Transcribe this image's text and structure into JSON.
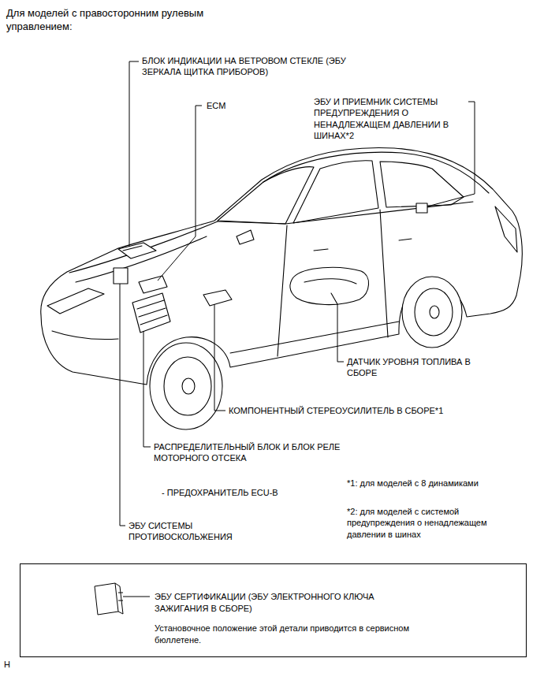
{
  "diagram": {
    "title": "Для моделей с правосторонним рулевым управлением:",
    "nodes": [
      {
        "text": [
          "ЭБУ СЕРТИФИКАЦИИ (ЭБУ ЭЛЕКТРОННОГО КЛЮЧА ЗАЖИГАНИЯ В СБОРЕ)",
          "Установочное положение этой детали приводится в сервисном бюллетене."
        ]
      }
    ],
    "labels": [
      "БЛОК ИНДИКАЦИИ НА ВЕТРОВОМ СТЕКЛЕ (ЭБУ ЗЕРКАЛА ЩИТКА ПРИБОРОВ)",
      "ECM",
      "ЭБУ И ПРИЕМНИК СИСТЕМЫ ПРЕДУПРЕЖДЕНИЯ О НЕНАДЛЕЖАЩЕМ ДАВЛЕНИИ В ШИНАХ*2",
      "ДАТЧИК УРОВНЯ ТОПЛИВА В СБОРЕ",
      "КОМПОНЕНТНЫЙ СТЕРЕОУСИЛИТЕЛЬ В СБОРЕ*1",
      "РАСПРЕДЕЛИТЕЛЬНЫЙ БЛОК И БЛОК РЕЛЕ МОТОРНОГО ОТСЕКА",
      "- ПРЕДОХРАНИТЕЛЬ ECU-B",
      "*1: для моделей с 8 динамиками",
      "*2: для моделей с системой предупреждения о ненадлежащем давлении в шинах",
      "ЭБУ СИСТЕМЫ ПРОТИВОСКОЛЬЖЕНИЯ",
      "H"
    ]
  }
}
